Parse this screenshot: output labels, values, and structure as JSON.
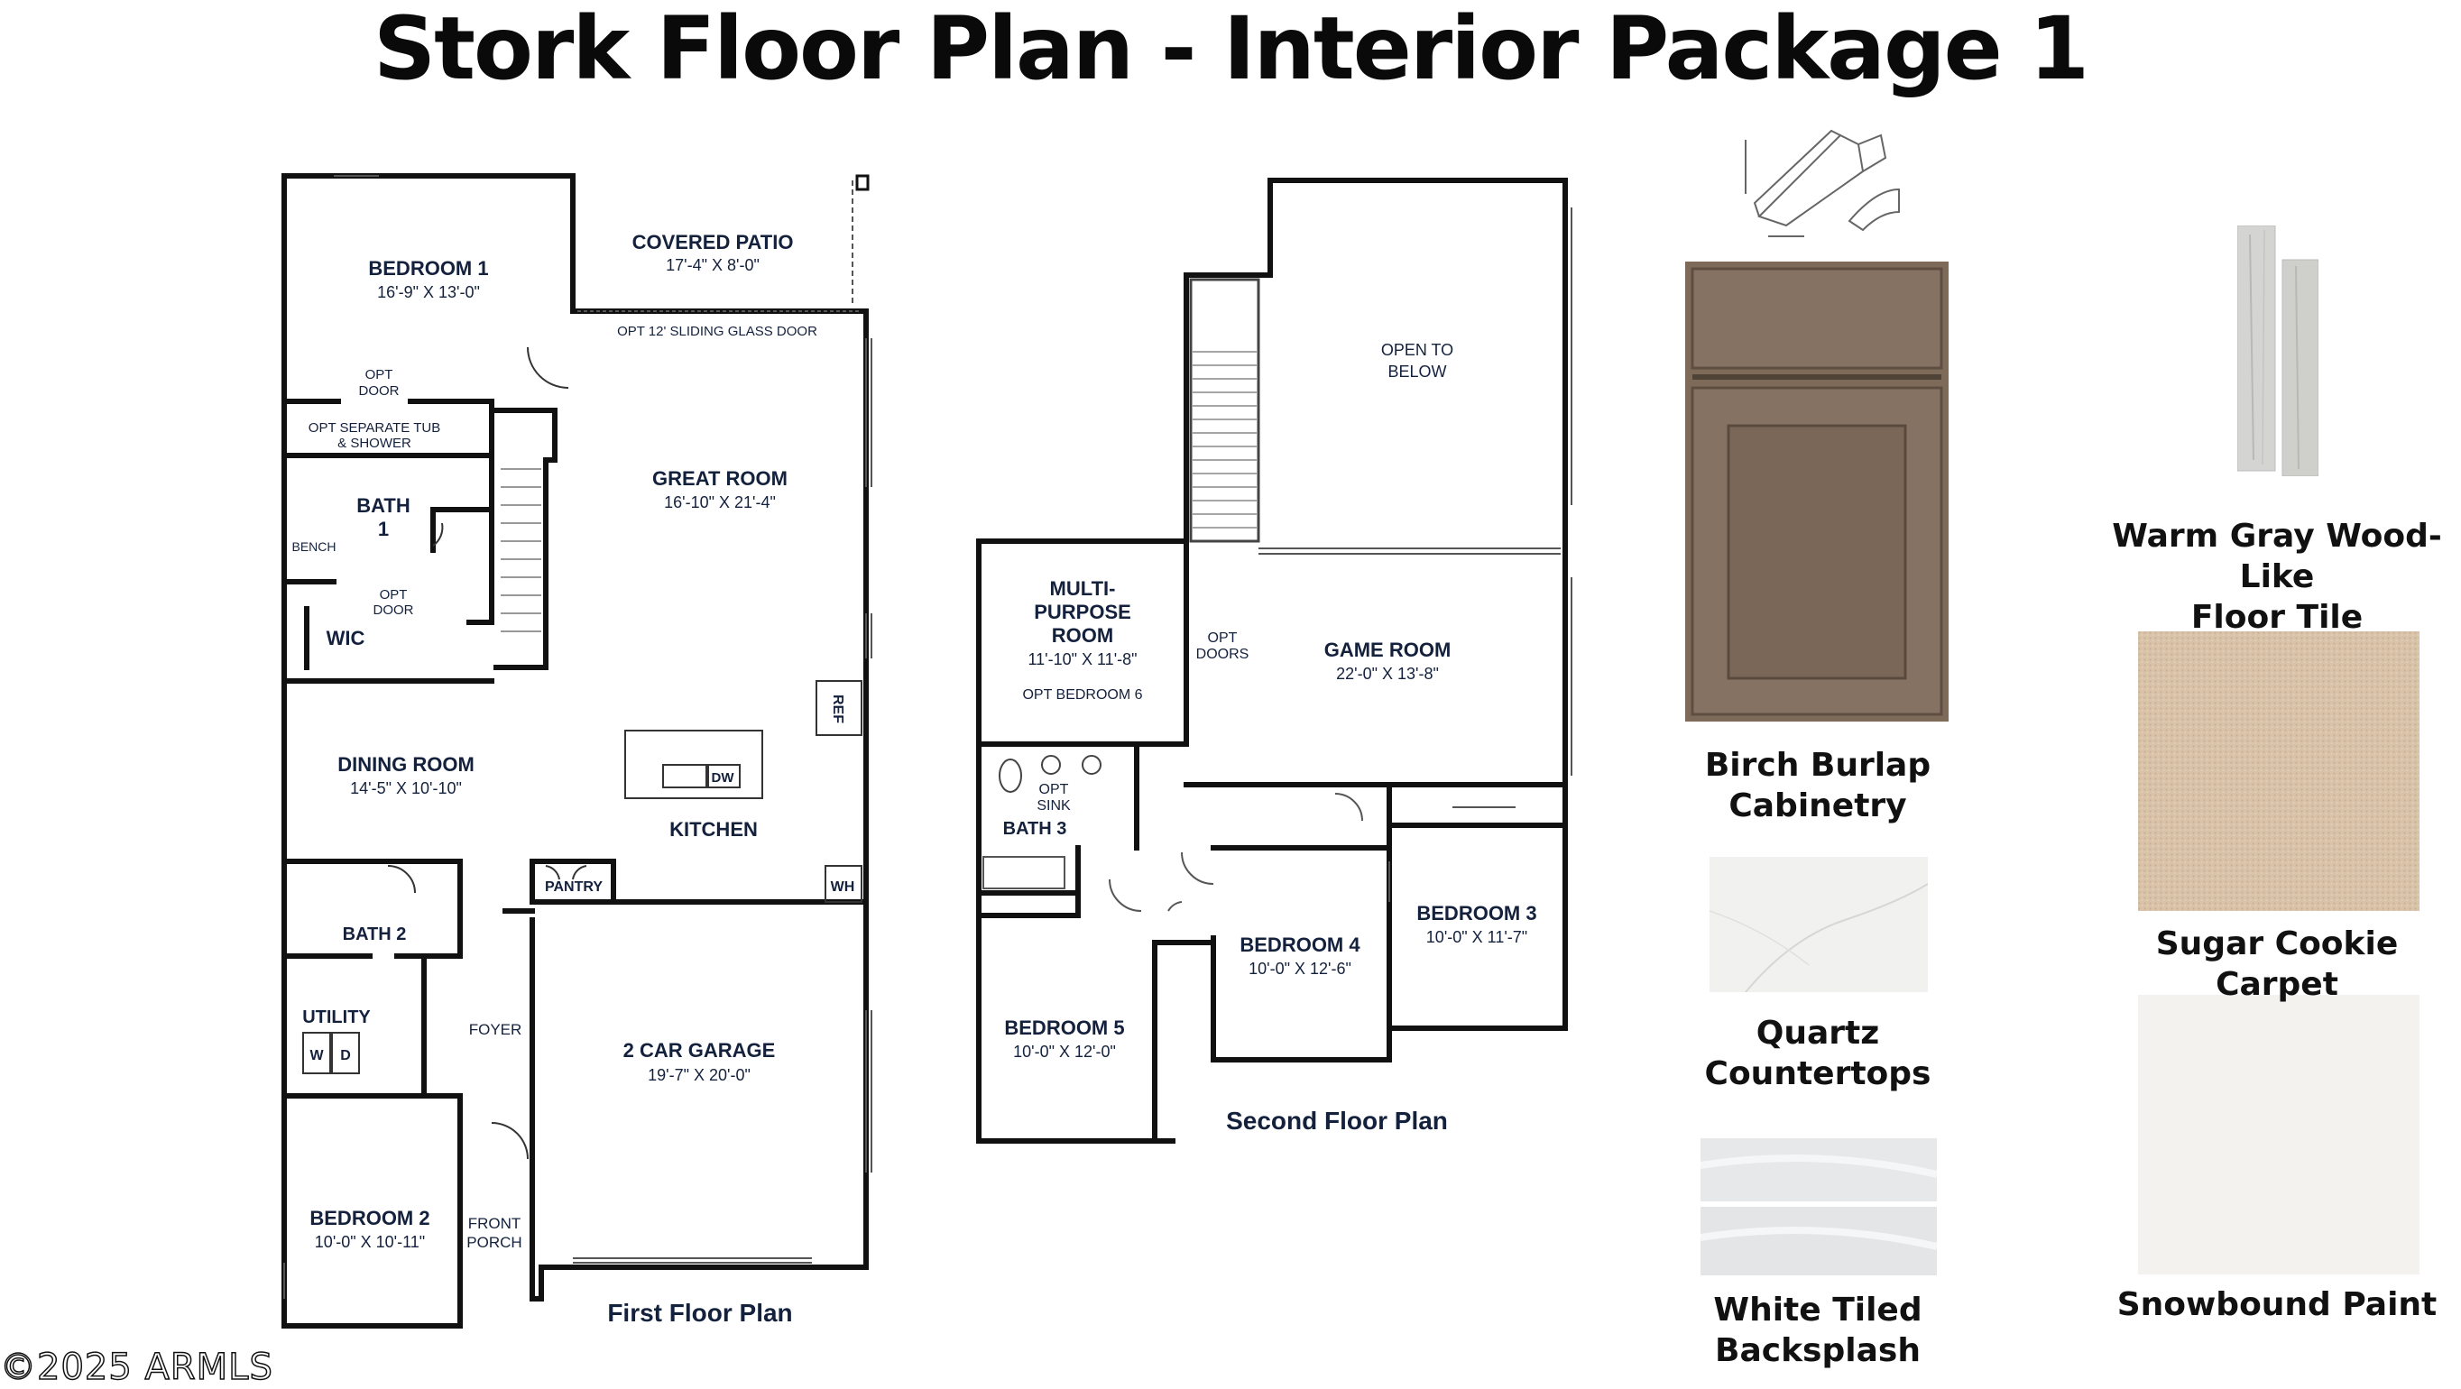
{
  "title": "Stork Floor Plan - Interior Package 1",
  "watermark": "©2025 ARMLS",
  "colors": {
    "ink": "#14213d",
    "wall": "#111111",
    "cabinet": "#7e6a59",
    "carpet": "#d9c3a8"
  },
  "first_floor": {
    "caption": "First Floor Plan",
    "bedroom1": {
      "name": "BEDROOM 1",
      "dims": "16'-9\" X 13'-0\""
    },
    "covered_patio": {
      "name": "COVERED PATIO",
      "dims": "17'-4\" X 8'-0\""
    },
    "sliding_door": "OPT 12' SLIDING GLASS DOOR",
    "opt_door_1": [
      "OPT",
      "DOOR"
    ],
    "opt_tub": [
      "OPT SEPARATE TUB",
      "& SHOWER"
    ],
    "bath1": [
      "BATH",
      "1"
    ],
    "bench": "BENCH",
    "opt_door_2": [
      "OPT",
      "DOOR"
    ],
    "wic": "WIC",
    "great_room": {
      "name": "GREAT ROOM",
      "dims": "16'-10\" X 21'-4\""
    },
    "dining_room": {
      "name": "DINING ROOM",
      "dims": "14'-5\" X 10'-10\""
    },
    "kitchen": "KITCHEN",
    "dw": "DW",
    "ref": "REF",
    "pantry": "PANTRY",
    "wh": "WH",
    "bath2": "BATH 2",
    "utility": "UTILITY",
    "washer": "W",
    "dryer": "D",
    "foyer": "FOYER",
    "garage": {
      "name": "2 CAR GARAGE",
      "dims": "19'-7\" X 20'-0\""
    },
    "bedroom2": {
      "name": "BEDROOM 2",
      "dims": "10'-0\" X 10'-11\""
    },
    "front_porch": [
      "FRONT",
      "PORCH"
    ]
  },
  "second_floor": {
    "caption": "Second Floor Plan",
    "open_below": [
      "OPEN TO",
      "BELOW"
    ],
    "multi_purpose": {
      "name": [
        "MULTI-",
        "PURPOSE",
        "ROOM"
      ],
      "dims": "11'-10\" X 11'-8\"",
      "note": "OPT BEDROOM 6"
    },
    "opt_doors": [
      "OPT",
      "DOORS"
    ],
    "game_room": {
      "name": "GAME ROOM",
      "dims": "22'-0\" X 13'-8\""
    },
    "opt_sink": [
      "OPT",
      "SINK"
    ],
    "bath3": "BATH 3",
    "bedroom3": {
      "name": "BEDROOM 3",
      "dims": "10'-0\" X 11'-7\""
    },
    "bedroom4": {
      "name": "BEDROOM 4",
      "dims": "10'-0\" X 12'-6\""
    },
    "bedroom5": {
      "name": "BEDROOM 5",
      "dims": "10'-0\" X 12'-0\""
    }
  },
  "materials": {
    "cabinetry": [
      "Birch Burlap",
      "Cabinetry"
    ],
    "countertops": [
      "Quartz",
      "Countertops"
    ],
    "backsplash": [
      "White Tiled",
      "Backsplash"
    ],
    "floor_tile": [
      "Warm Gray Wood-Like",
      "Floor Tile"
    ],
    "carpet": [
      "Sugar Cookie Carpet"
    ],
    "paint": [
      "Snowbound Paint"
    ]
  }
}
